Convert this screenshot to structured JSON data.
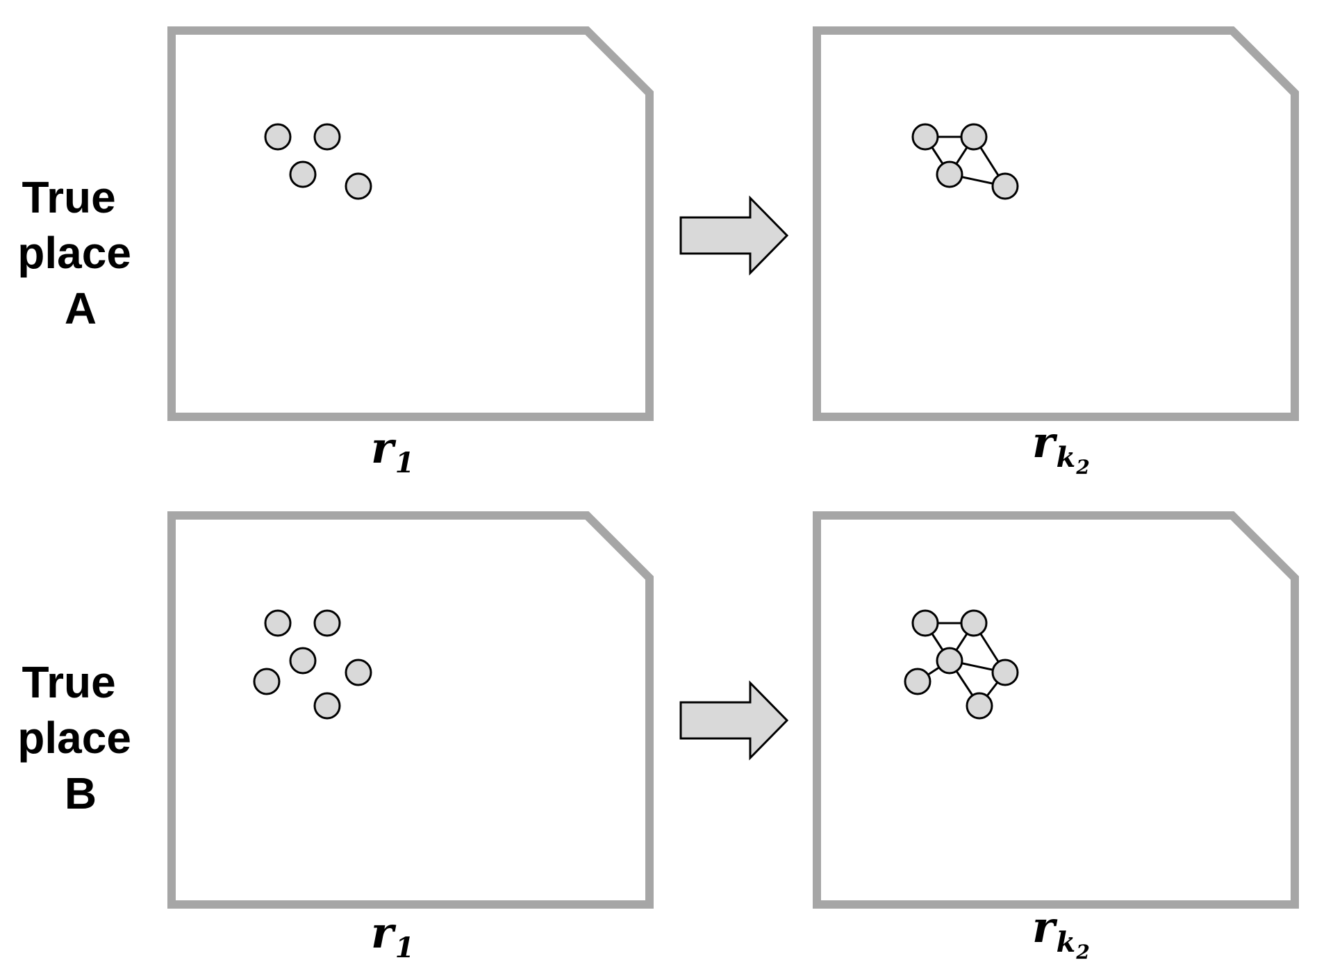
{
  "rows": [
    {
      "label_lines": [
        "True",
        "place",
        "A"
      ],
      "left_panel": {
        "caption": "r",
        "caption_subscript": "1",
        "caption_subsub": "",
        "nodes": [
          "n1",
          "n2",
          "n3",
          "n4"
        ],
        "edges": []
      },
      "right_panel": {
        "caption": "r",
        "caption_subscript": "k",
        "caption_subsub": "2",
        "nodes": [
          "n1",
          "n2",
          "n3",
          "n4"
        ],
        "edges": [
          [
            "n1",
            "n2"
          ],
          [
            "n1",
            "n3"
          ],
          [
            "n2",
            "n3"
          ],
          [
            "n2",
            "n4"
          ],
          [
            "n3",
            "n4"
          ]
        ]
      }
    },
    {
      "label_lines": [
        "True",
        "place",
        "B"
      ],
      "left_panel": {
        "caption": "r",
        "caption_subscript": "1",
        "caption_subsub": "",
        "nodes": [
          "n1",
          "n2",
          "n3",
          "n4",
          "n5",
          "n6"
        ],
        "edges": []
      },
      "right_panel": {
        "caption": "r",
        "caption_subscript": "k",
        "caption_subsub": "2",
        "nodes": [
          "n1",
          "n2",
          "n3",
          "n4",
          "n5",
          "n6"
        ],
        "edges": [
          [
            "n1",
            "n2"
          ],
          [
            "n1",
            "n3"
          ],
          [
            "n2",
            "n3"
          ],
          [
            "n2",
            "n4"
          ],
          [
            "n3",
            "n4"
          ],
          [
            "n3",
            "n5"
          ],
          [
            "n4",
            "n6"
          ],
          [
            "n3",
            "n6"
          ]
        ]
      }
    }
  ],
  "colors": {
    "frame": "#a6a6a6",
    "node_fill": "#d9d9d9",
    "arrow_fill": "#d9d9d9",
    "stroke": "#000000"
  }
}
